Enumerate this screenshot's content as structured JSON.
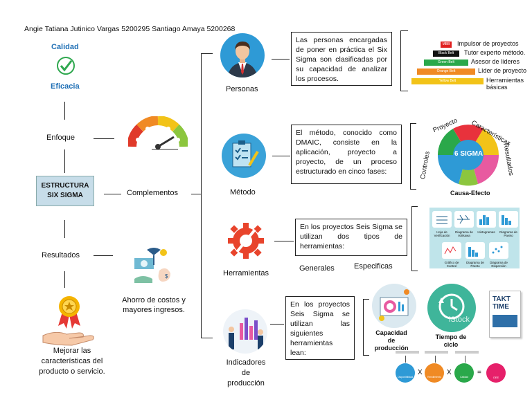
{
  "header": {
    "authors": "Angie Tatiana Jutinico Vargas 5200295 Santiago Amaya 5200268"
  },
  "left": {
    "calidad": "Calidad",
    "eficacia": "Eficacia",
    "enfoque": "Enfoque",
    "estructura_line1": "ESTRUCTURA",
    "estructura_line2": "SIX SIGMA",
    "complementos": "Complementos",
    "resultados": "Resultados",
    "ahorro_line1": "Ahorro de costos y",
    "ahorro_line2": "mayores ingresos.",
    "mejorar_line1": "Mejorar las",
    "mejorar_line2": "características del",
    "mejorar_line3": "producto o servicio."
  },
  "personas": {
    "label": "Personas",
    "description": "Las personas encargadas de poner en práctica el Six Sigma son clasificadas por su capacidad de analizar los procesos.",
    "belts": [
      {
        "name": "MBB",
        "color": "#e02020",
        "label": "Impulsor de proyectos"
      },
      {
        "name": "Black Belt",
        "color": "#111111",
        "label": "Tutor experto método."
      },
      {
        "name": "Green Belt",
        "color": "#2aa84a",
        "label": "Asesor de líderes"
      },
      {
        "name": "Orange Belt",
        "color": "#f08a24",
        "label": "Líder de proyecto"
      },
      {
        "name": "Yellow Belt",
        "color": "#f2c318",
        "label": "Herramientas básicas"
      }
    ]
  },
  "metodo": {
    "label": "Método",
    "description": "El método, conocido como DMAIC, consiste en la aplicación, proyecto a proyecto, de un proceso estructurado en cinco fases:",
    "wheel_center": "6 SIGMA",
    "proyecto": "Proyecto",
    "caracteristicas": "Características",
    "resultados": "Resultados",
    "controles": "Controles",
    "causa_efecto": "Causa-Efecto"
  },
  "herramientas": {
    "label": "Herramientas",
    "description": "En los proyectos Seis Sigma se utilizan dos tipos de herramientas:",
    "generales": "Generales",
    "especificas": "Especificas",
    "tools": [
      "Hoja de Verificación",
      "Diagrama de Ishikawa",
      "Histogramas",
      "Diagrama de Pareto",
      "Gráfico de Control",
      "Diagrama de Pareto",
      "Diagrama de Dispersión"
    ]
  },
  "indicadores": {
    "label_line1": "Indicadores",
    "label_line2": "de",
    "label_line3": "producción",
    "description": "En los proyectos Seis Sigma se utilizan las siguientes herramientas lean:",
    "capacidad": "Capacidad de producción",
    "tiempo": "Tiempo de ciclo",
    "takt_line1": "TAKT",
    "takt_line2": "TIME",
    "istock": "iStock",
    "oee_items": [
      "Disponibilidad",
      "Rendimiento",
      "Calidad",
      "OEE"
    ],
    "oee_ops": [
      "X",
      "X",
      "="
    ]
  },
  "colors": {
    "belt_red": "#e02020",
    "blue_title": "#1f6fb5",
    "check": "#2fa84f",
    "oee_pink": "#e6206a",
    "teal": "#3fb59a"
  }
}
